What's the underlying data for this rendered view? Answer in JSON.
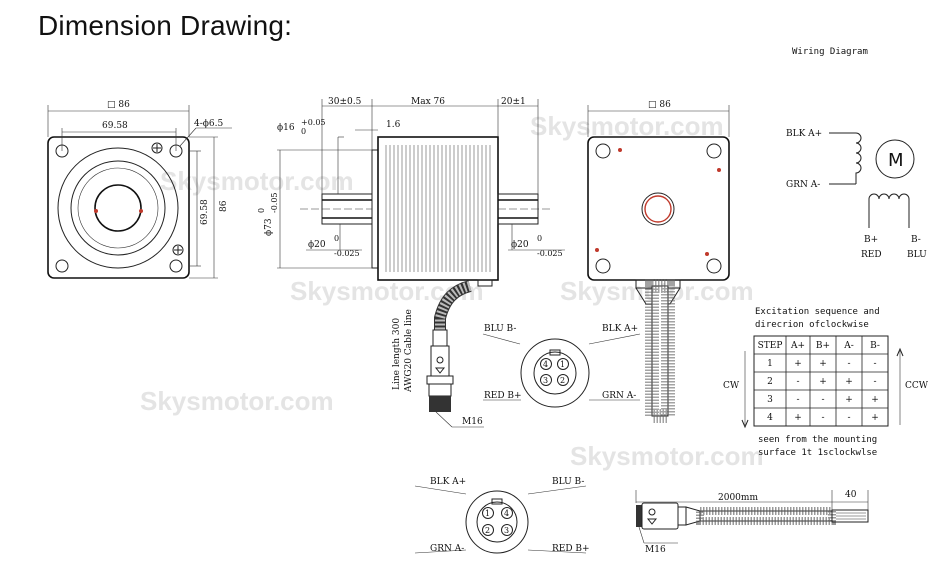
{
  "title": "Dimension Drawing:",
  "watermark": "Skysmotor.com",
  "front_view": {
    "square": "□ 86",
    "hole_spacing": "69.58",
    "holes": "4-ϕ6.5",
    "height_spacing": "69.58",
    "height": "86"
  },
  "side_view": {
    "flange": "30±0.5",
    "body_max": "Max 76",
    "rear_shaft": "20±1",
    "pilot_dia": "ϕ16",
    "pilot_tol_upper": "+0.05",
    "pilot_tol_lower": "0",
    "pilot_depth": "1.6",
    "boss_dia": "ϕ73",
    "boss_tol_upper": "0",
    "boss_tol_lower": "-0.05",
    "shaft_front": "ϕ20",
    "shaft_front_tol_upper": "0",
    "shaft_front_tol_lower": "-0.025",
    "shaft_rear": "ϕ20",
    "shaft_rear_tol_upper": "0",
    "shaft_rear_tol_lower": "-0.025",
    "cable_line1": "Line length 300",
    "cable_line2": "AWG20 Cable line",
    "connector_thread": "M16"
  },
  "rear_view": {
    "square": "□ 86"
  },
  "connector_top": {
    "pin_tl": "BLU B-",
    "pin_tr": "BLK A+",
    "pin_bl": "RED B+",
    "pin_br": "GRN A-",
    "n1": "1",
    "n2": "2",
    "n3": "3",
    "n4": "4"
  },
  "connector_bottom": {
    "pin_tl": "BLK A+",
    "pin_tr": "BLU B-",
    "pin_bl": "GRN A-",
    "pin_br": "RED B+",
    "n1": "1",
    "n2": "2",
    "n3": "3",
    "n4": "4"
  },
  "extension_cable": {
    "length": "2000mm",
    "tail": "40",
    "thread": "M16"
  },
  "wiring": {
    "title": "Wiring Diagram",
    "blk": "BLK A+",
    "grn": "GRN A-",
    "motor": "M",
    "b_plus": "B+",
    "b_minus": "B-",
    "red": "RED",
    "blu": "BLU"
  },
  "sequence": {
    "title_line1": "Excitation sequence and",
    "title_line2": "direcrion ofclockwise",
    "headers": [
      "STEP",
      "A+",
      "B+",
      "A-",
      "B-"
    ],
    "rows": [
      [
        "1",
        "+",
        "+",
        "-",
        "-"
      ],
      [
        "2",
        "-",
        "+",
        "+",
        "-"
      ],
      [
        "3",
        "-",
        "-",
        "+",
        "+"
      ],
      [
        "4",
        "+",
        "-",
        "-",
        "+"
      ]
    ],
    "cw": "CW",
    "ccw": "CCW",
    "note_line1": "seen from the mounting",
    "note_line2": "surface 1t 1sclockwlse"
  }
}
